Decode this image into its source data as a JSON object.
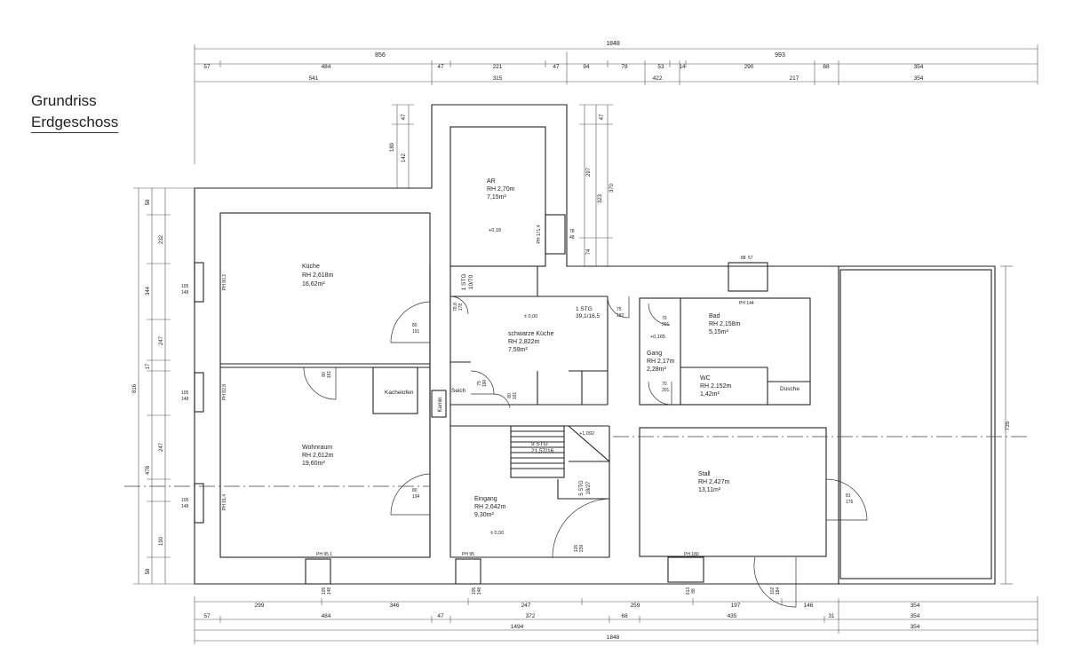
{
  "title": {
    "line1": "Grundriss",
    "line2": "Erdgeschoss"
  },
  "dims_top": {
    "overall": "1848",
    "part_left": "856",
    "part_right": "993",
    "row2": [
      "57",
      "484",
      "47",
      "221",
      "47",
      "94",
      "78",
      "53",
      "14",
      "290",
      "88",
      "354"
    ],
    "row3": [
      "541",
      "315",
      "422",
      "217",
      "354"
    ]
  },
  "dims_bottom": {
    "row1": [
      "299",
      "346",
      "247",
      "259",
      "197",
      "146",
      "354"
    ],
    "row2": [
      "57",
      "484",
      "47",
      "372",
      "68",
      "435",
      "31",
      "354"
    ],
    "row3_left": "1494",
    "row3_right": "354",
    "overall": "1848"
  },
  "dims_left": {
    "outer": [
      "58",
      "232",
      "344",
      "17",
      "247",
      "478",
      "247",
      "190",
      "58"
    ],
    "overall": "816"
  },
  "dims_ar": {
    "top_a": "47",
    "top_b": "189",
    "top_c": "142",
    "right_a": "47",
    "right_b": "297",
    "right_c": "323",
    "right_d": "370",
    "right_e": "74"
  },
  "dim_right": "735",
  "rooms": {
    "kueche": {
      "name": "Küche",
      "rh": "RH 2,618m",
      "area": "16,62m²"
    },
    "wohnraum": {
      "name": "Wohnraum",
      "rh": "RH 2,612m",
      "area": "19,60m²"
    },
    "ar": {
      "name": "AR",
      "rh": "RH 2,70m",
      "area": "7,15m²"
    },
    "schwarze": {
      "name": "schwarze Küche",
      "rh": "RH 2,822m",
      "area": "7,59m²"
    },
    "eingang": {
      "name": "Eingang",
      "rh": "RH 2,642m",
      "area": "9,30m²"
    },
    "bad": {
      "name": "Bad",
      "rh": "RH 2,158m",
      "area": "5,15m²"
    },
    "gang": {
      "name": "Gang",
      "rh": "RH 2,17m",
      "area": "2,28m²"
    },
    "wc": {
      "name": "WC",
      "rh": "RH 2,152m",
      "area": "1,42m²"
    },
    "stall": {
      "name": "Stall",
      "rh": "RH 2,427m",
      "area": "13,11m²"
    }
  },
  "labels": {
    "kachelofen": "Kachelofen",
    "kamin": "Kamin",
    "seich": "Seich",
    "dusche": "Dusche",
    "stg1a": "1 STG",
    "stg1a_sub": "10/70",
    "stg1b": "1 STG",
    "stg1b_sub": "39,1/16,5",
    "stg9": "9 STG",
    "stg9_sub": "21,57/16",
    "stg5": "5 STG",
    "stg5_sub": "18/27"
  },
  "levels": {
    "ar": "+0,18",
    "schwarze": "± 0,00",
    "gang": "+0,165",
    "stair": "+1,092",
    "eingang": "± 0,00"
  },
  "parapets": {
    "k1": "PH 80,2",
    "w1": "PH 82,8",
    "w2": "PH 91,4",
    "ar": "PH 171,4",
    "pb1": "PH 95,1",
    "pb2": "PH 95",
    "pb3": "PH 180",
    "pt": "PH 144"
  },
  "openings": {
    "win_k_a": "105",
    "win_k_b": "148",
    "win_w1_a": "105",
    "win_w1_b": "148",
    "win_w2_a": "105",
    "win_w2_b": "148",
    "win_b1_a": "105",
    "win_b1_b": "148",
    "win_b2_a": "105",
    "win_b2_b": "148",
    "ar_win_a": "78",
    "ar_win_b": "48",
    "pt_win_a": "88",
    "pt_win_b": "57",
    "d_k_a": "80",
    "d_k_b": "191",
    "d_w_a": "80",
    "d_w_b": "194",
    "d_w_top_a": "80",
    "d_w_top_b": "191",
    "d_sk_a": "78,8",
    "d_sk_b": "178",
    "d_sk2_a": "75",
    "d_sk2_b": "182",
    "d_seich_a": "75",
    "d_seich_b": "190",
    "d_kam_a": "80",
    "d_kam_b": "191",
    "d_bad_a": "70",
    "d_bad_b": "201",
    "d_wc_a": "70",
    "d_wc_b": "201",
    "d_stall_a": "81",
    "d_stall_b": "176",
    "d_eing_a": "126",
    "d_eing_b": "239",
    "d_bot_a": "613",
    "d_bot_b": "88",
    "d_bot2_a": "102",
    "d_bot2_b": "184"
  }
}
